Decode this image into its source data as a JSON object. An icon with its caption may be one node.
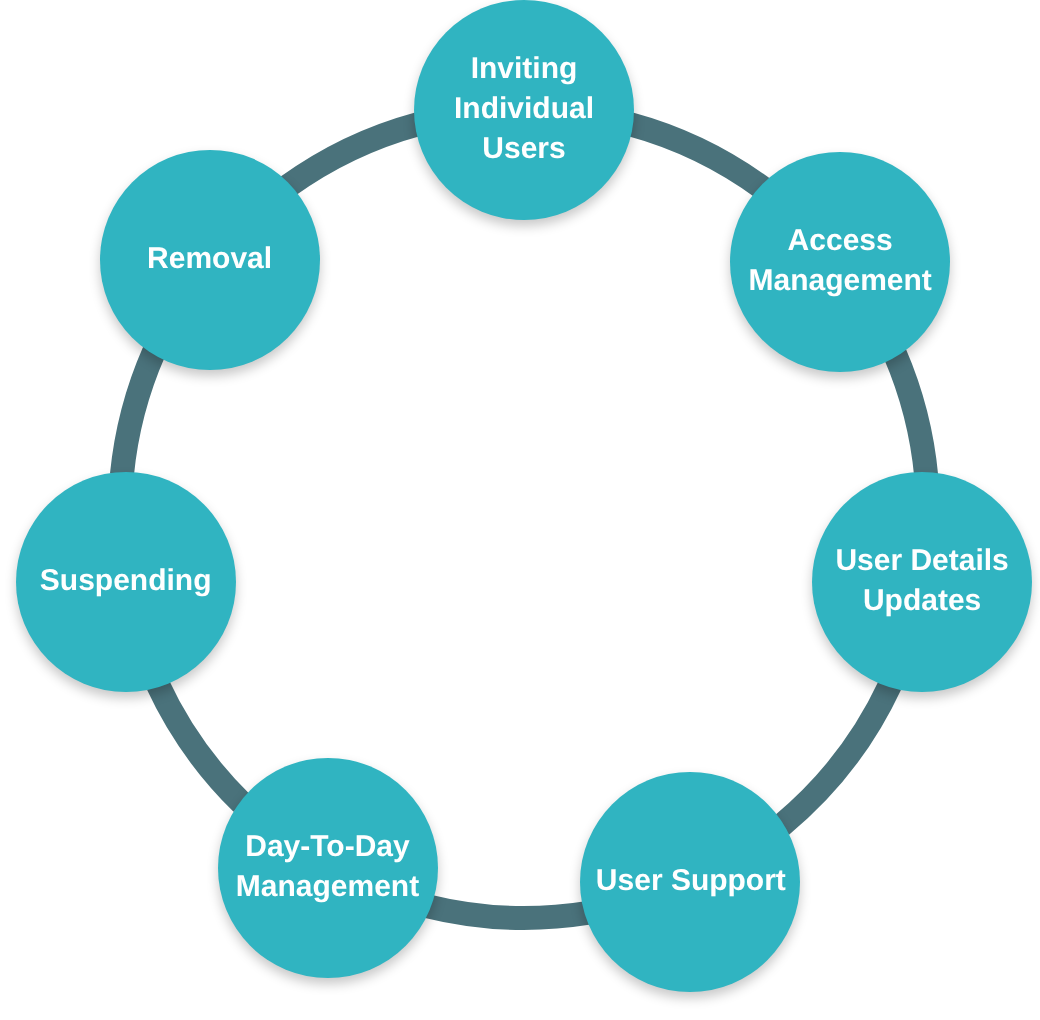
{
  "diagram": {
    "nodes": [
      {
        "text": [
          "Inviting Individual Users"
        ]
      },
      {
        "text": [
          "Access Management"
        ]
      },
      {
        "text": [
          "User Details Updates"
        ]
      },
      {
        "text": [
          "User Support"
        ]
      },
      {
        "text": [
          "Day-To-Day Management"
        ]
      },
      {
        "text": [
          "Suspending"
        ]
      },
      {
        "text": [
          "Removal"
        ]
      }
    ],
    "edges": [
      {
        "from": 0,
        "to": 1,
        "arrow": "none"
      },
      {
        "from": 1,
        "to": 2,
        "arrow": "none"
      },
      {
        "from": 2,
        "to": 3,
        "arrow": "none"
      },
      {
        "from": 3,
        "to": 4,
        "arrow": "none"
      },
      {
        "from": 4,
        "to": 5,
        "arrow": "none"
      },
      {
        "from": 5,
        "to": 6,
        "arrow": "none"
      },
      {
        "from": 6,
        "to": 0,
        "arrow": "none"
      }
    ]
  }
}
